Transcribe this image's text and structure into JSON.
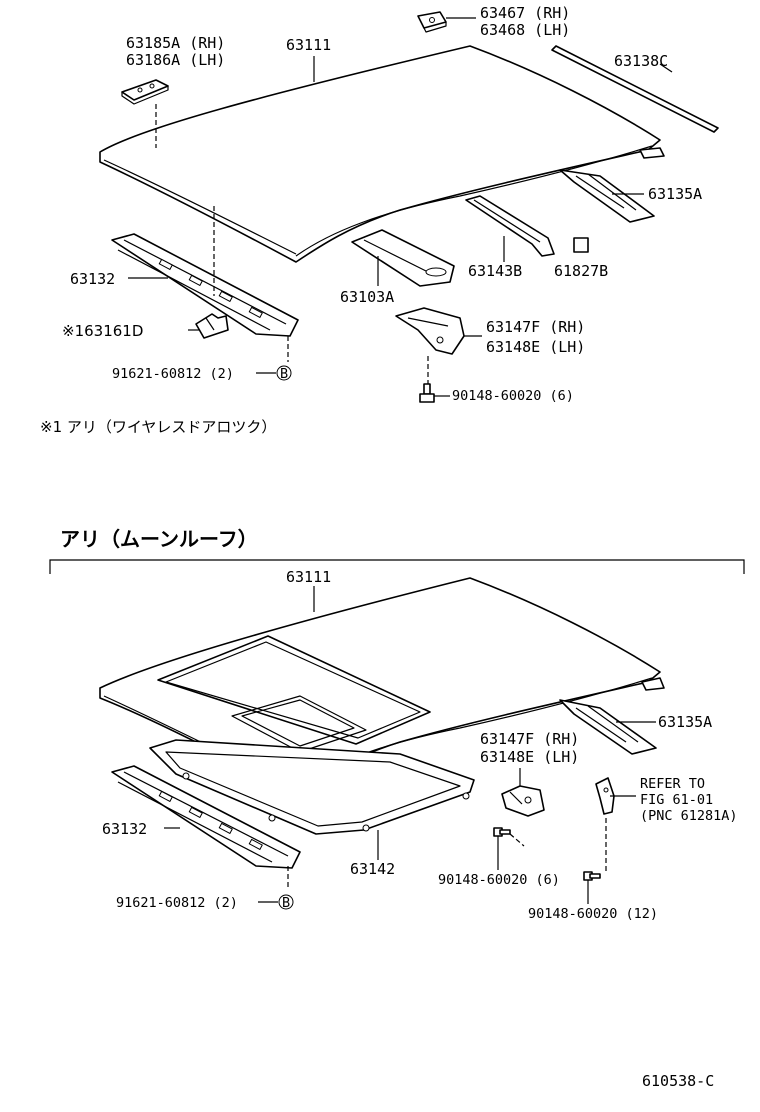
{
  "diagram": {
    "doc_number": "610538-C",
    "upper": {
      "labels": {
        "roof_panel": "63111",
        "bracket_rh": "63185A (RH)",
        "bracket_lh": "63186A (LH)",
        "clip_rh": "63467 (RH)",
        "clip_lh": "63468 (LH)",
        "molding": "63138C",
        "rear_rail": "63135A",
        "front_rail": "63132",
        "center_bow": "63103A",
        "bow_reinforce": "63143B",
        "pad": "61827B",
        "bracket_f_rh": "63147F (RH)",
        "bracket_e_lh": "63148E (LH)",
        "wireless_part": "※163161D",
        "screw_front": "91621-60812 (2)",
        "bolt": "90148-60020 (6)",
        "note": "※1 アリ（ワイヤレスドアロツク）",
        "marker_b": "B"
      }
    },
    "lower": {
      "heading": "アリ（ムーンルーフ）",
      "labels": {
        "roof_panel": "63111",
        "rear_rail": "63135A",
        "bracket_f_rh": "63147F (RH)",
        "bracket_e_lh": "63148E (LH)",
        "refer_1": "REFER TO",
        "refer_2": "FIG 61-01",
        "refer_3": "(PNC 61281A)",
        "front_rail": "63132",
        "reinforcement": "63142",
        "bolt_6": "90148-60020 (6)",
        "bolt_12": "90148-60020 (12)",
        "screw_front": "91621-60812 (2)",
        "marker_b": "B"
      }
    }
  }
}
